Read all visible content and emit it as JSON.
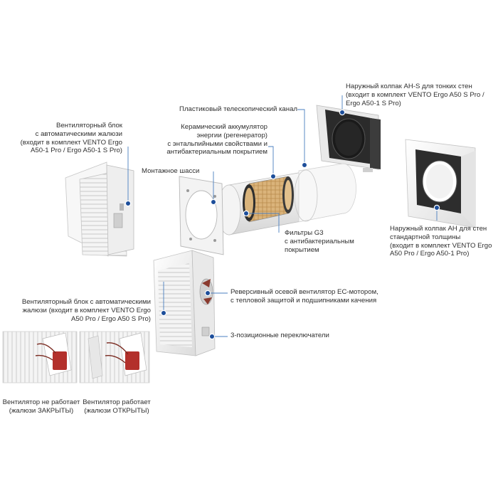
{
  "labels": {
    "hood_ahs": [
      "Наружный колпак АН-S для тонких стен",
      "(входит в комплект VENTO Ergo A50 S Pro /",
      "Ergo A50-1 S Pro)"
    ],
    "telescopic": [
      "Пластиковый телескопический канал"
    ],
    "regenerator": [
      "Керамический аккумулятор",
      "энергии (регенератор)",
      "с энтальпийными свойствами и",
      "антибактериальным покрытием"
    ],
    "fan_unit_top": [
      "Вентиляторный блок",
      "с автоматическими жалюзи",
      "(входит в комплект VENTO Ergo",
      "A50-1 Pro / Ergo A50-1 S Pro)"
    ],
    "chassis": [
      "Монтажное шасси"
    ],
    "filters": [
      "Фильтры G3",
      "с антибактериальным",
      "покрытием"
    ],
    "hood_ah": [
      "Наружный колпак АН для стен",
      "стандартной толщины",
      "(входит в комплект VENTO Ergo",
      "A50 Pro / Ergo A50-1 Pro)"
    ],
    "reversible_fan": [
      "Реверсивный осевой вентилятор ЕС-мотором,",
      "с тепловой защитой и подшипниками качения"
    ],
    "fan_unit_bottom": [
      "Вентиляторный блок с автоматическими",
      "жалюзи (входит в комплект VENTO Ergo",
      "A50 Pro / Ergo A50 S Pro)"
    ],
    "switches": [
      "3-позиционные переключатели"
    ],
    "caption_off": [
      "Вентилятор не работает",
      "(жалюзи ЗАКРЫТЫ)"
    ],
    "caption_on": [
      "Вентилятор работает",
      "(жалюзи ОТКРЫТЫ)"
    ]
  },
  "colors": {
    "leader": "#4a7fc0",
    "marker": "#1d4e9a",
    "hood_dark": "#2b2b2b",
    "panel_light": "#f1f1f1",
    "regenerator": "#d8b47a"
  }
}
